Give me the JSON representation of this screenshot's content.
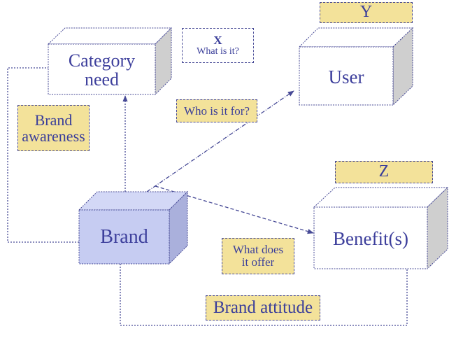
{
  "diagram": {
    "title": "",
    "nodes": {
      "category_need": {
        "label_line1": "Category",
        "label_line2": "need"
      },
      "user": {
        "label": "User"
      },
      "brand": {
        "label": "Brand"
      },
      "benefits": {
        "label": "Benefit(s)"
      }
    },
    "tags": {
      "x": {
        "letter": "X",
        "caption": "What is it?"
      },
      "y": {
        "letter": "Y"
      },
      "z": {
        "letter": "Z"
      },
      "who_is_it_for": "Who is it for?",
      "brand_awareness_line1": "Brand",
      "brand_awareness_line2": "awareness",
      "what_does_it_offer_line1": "What does",
      "what_does_it_offer_line2": "it offer",
      "brand_attitude": "Brand attitude"
    },
    "edges": [
      {
        "from": "brand",
        "to": "category_need",
        "style": "dotted",
        "arrow": true
      },
      {
        "from": "brand",
        "to": "user",
        "style": "dash-dot",
        "arrow": true,
        "label": "Who is it for?"
      },
      {
        "from": "brand",
        "to": "benefits",
        "style": "dashed",
        "arrow": true,
        "label": "What does it offer"
      },
      {
        "from": "brand",
        "to": "category_need",
        "style": "dotted",
        "route": "left-loop",
        "label": "Brand awareness"
      },
      {
        "from": "brand",
        "to": "benefits",
        "style": "dotted",
        "route": "bottom-loop",
        "label": "Brand attitude"
      }
    ],
    "colors": {
      "stroke": "#474a96",
      "text": "#3b3f9a",
      "tag_fill": "#f3e29a",
      "brand_fill": "#c6ccf2",
      "brand_side": "#aab0dc",
      "box_side": "#cfcfcf"
    }
  }
}
